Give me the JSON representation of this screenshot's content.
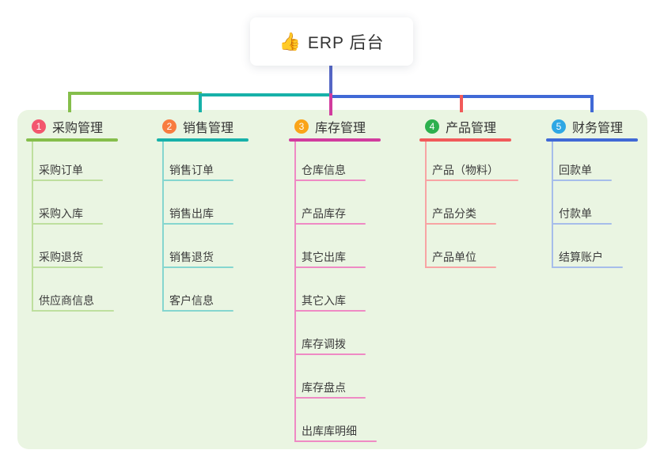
{
  "root": {
    "icon": "👍",
    "label": "ERP 后台"
  },
  "colors": {
    "trunk": "#5566C5",
    "panel_bg": "#EAF5E2",
    "root_bg": "#FFFFFF",
    "title_text": "#333333",
    "item_text": "#3C3C3C"
  },
  "branches": [
    {
      "badge": "1",
      "label": "采购管理",
      "badge_color": "#F3566E",
      "line_color": "#85BE4B",
      "sub_line_color": "#BEDF9E",
      "children": [
        "采购订单",
        "采购入库",
        "采购退货",
        "供应商信息"
      ]
    },
    {
      "badge": "2",
      "label": "销售管理",
      "badge_color": "#F87C40",
      "line_color": "#17B1A9",
      "sub_line_color": "#85D6CF",
      "children": [
        "销售订单",
        "销售出库",
        "销售退货",
        "客户信息"
      ]
    },
    {
      "badge": "3",
      "label": "库存管理",
      "badge_color": "#FAA419",
      "line_color": "#D13C9E",
      "sub_line_color": "#EF8AC4",
      "children": [
        "仓库信息",
        "产品库存",
        "其它出库",
        "其它入库",
        "库存调拨",
        "库存盘点",
        "出库库明细"
      ]
    },
    {
      "badge": "4",
      "label": "产品管理",
      "badge_color": "#2DB04E",
      "line_color": "#F15A5A",
      "sub_line_color": "#F8A4A4",
      "children": [
        "产品（物料）",
        "产品分类",
        "产品单位"
      ]
    },
    {
      "badge": "5",
      "label": "财务管理",
      "badge_color": "#2EA7E4",
      "line_color": "#4069D6",
      "sub_line_color": "#A6BDEA",
      "children": [
        "回款单",
        "付款单",
        "结算账户"
      ]
    }
  ]
}
